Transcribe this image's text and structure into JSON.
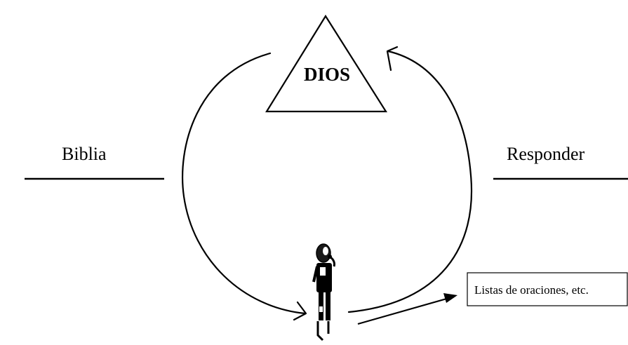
{
  "diagram": {
    "apex_label": "DIOS",
    "left_label": "Biblia",
    "right_label": "Responder",
    "note_box": "Listas de oraciones, etc."
  },
  "colors": {
    "ink": "#000000",
    "background": "#ffffff"
  },
  "icons": [
    "person-figure-icon",
    "arrowhead-icon"
  ]
}
